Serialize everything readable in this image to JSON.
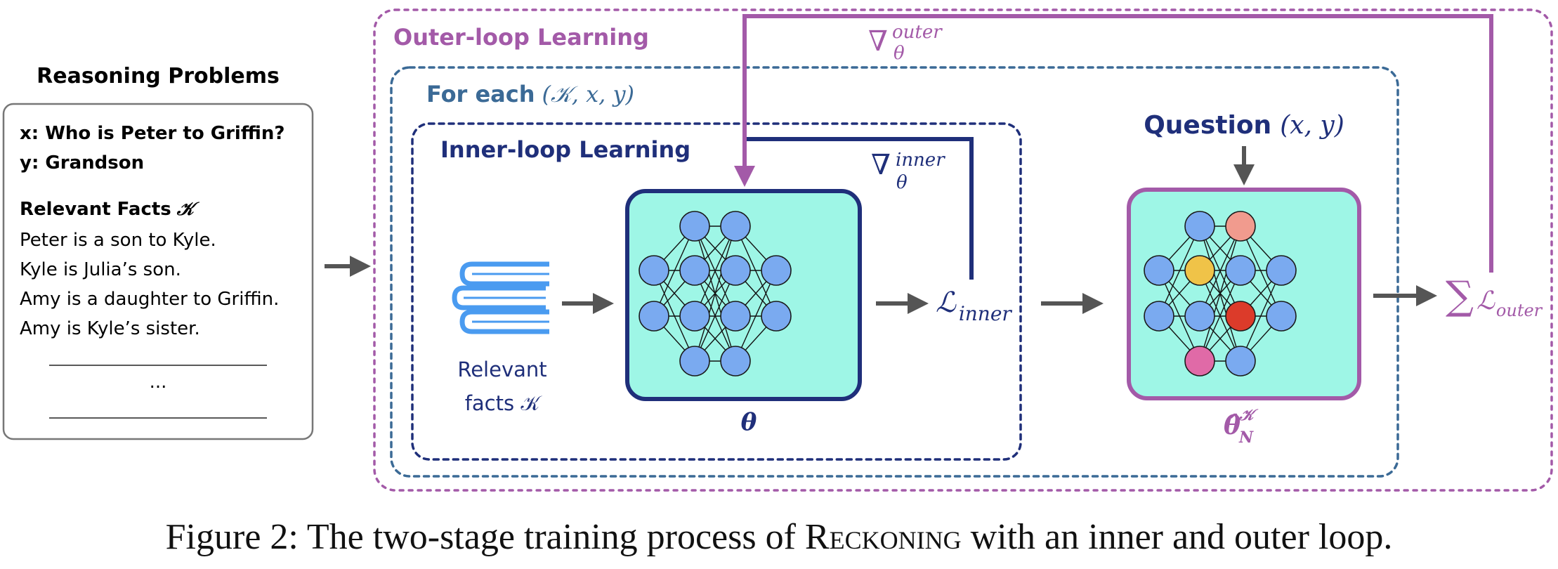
{
  "problems": {
    "title": "Reasoning Problems",
    "x_label": "x",
    "x_text": ": Who is Peter to Griffin?",
    "y_label": "y",
    "y_text": ": Grandson",
    "facts_title": "Relevant Facts",
    "facts_symbol": "𝒦",
    "facts": [
      "Peter is a son to Kyle.",
      "Kyle is Julia’s son.",
      "Amy is a daughter to Griffin.",
      "Amy is Kyle’s sister."
    ],
    "ellipsis": "..."
  },
  "outer_loop": {
    "title": "Outer-loop Learning"
  },
  "for_each": {
    "prefix": "For each",
    "tuple": "(𝒦, x, y)"
  },
  "inner_loop": {
    "title": "Inner-loop Learning"
  },
  "books_label": {
    "line1": "Relevant",
    "line2": "facts 𝒦"
  },
  "theta_label": "θ",
  "theta_hat_label": {
    "base": "θ̂",
    "sup": "𝒦",
    "sub": "N"
  },
  "loss_inner": {
    "symbol": "ℒ",
    "sub": "inner"
  },
  "grad_inner": {
    "symbol": "∇",
    "sup": "inner",
    "sub": "θ"
  },
  "grad_outer": {
    "symbol": "∇",
    "sup": "outer",
    "sub": "θ"
  },
  "question": {
    "label": "Question",
    "tuple": "(x, y)"
  },
  "sum_loss": {
    "sum": "∑",
    "symbol": "ℒ",
    "sub": "outer"
  },
  "colors": {
    "outer": "#a35aa8",
    "foreach": "#3b6a96",
    "inner": "#1f2f7a",
    "network_fill": "#9ef6e6",
    "node_blue": "#7aaaf0",
    "node_salmon": "#f19b8e",
    "node_yellow": "#f0c348",
    "node_red": "#dc3b2a",
    "node_pink": "#e06aa7",
    "arrow_gray": "#555555",
    "books_blue": "#4a9bf0"
  },
  "caption": {
    "prefix": "Figure 2: The two-stage training process of ",
    "name": "Reckoning",
    "suffix": " with an inner and outer loop."
  }
}
